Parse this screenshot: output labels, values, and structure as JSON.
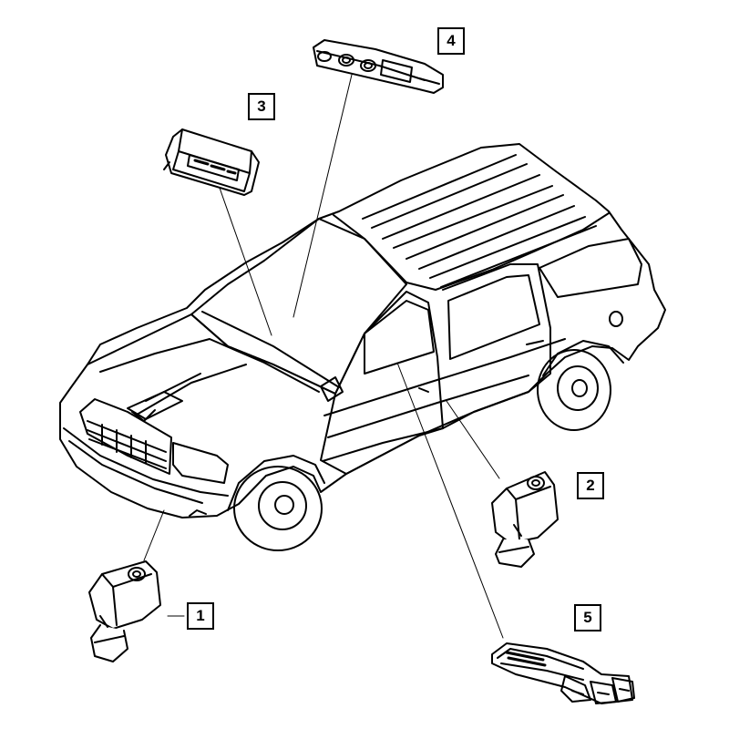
{
  "diagram": {
    "line_color": "#000000",
    "background": "#ffffff",
    "callouts": [
      {
        "label": "1",
        "part": "front-impact-sensor"
      },
      {
        "label": "2",
        "part": "side-impact-sensor"
      },
      {
        "label": "3",
        "part": "overhead-console-module"
      },
      {
        "label": "4",
        "part": "overhead-indicator-module"
      },
      {
        "label": "5",
        "part": "airbag-control-module"
      }
    ]
  }
}
